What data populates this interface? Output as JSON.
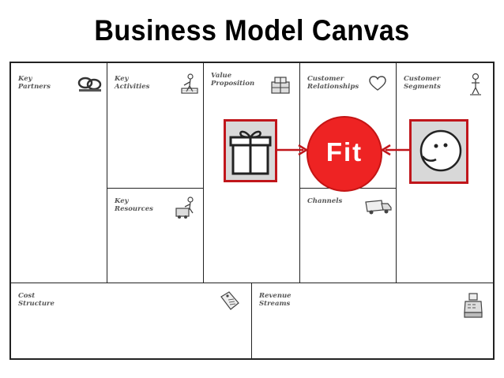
{
  "title": "Business Model Canvas",
  "blocks": {
    "key_partners": "Key\nPartners",
    "key_activities": "Key\nActivities",
    "value_proposition": "Value\nProposition",
    "customer_relationships": "Customer\nRelationships",
    "customer_segments": "Customer\nSegments",
    "key_resources": "Key\nResources",
    "channels": "Channels",
    "cost_structure": "Cost\nStructure",
    "revenue_streams": "Revenue\nStreams"
  },
  "fit": {
    "label": "Fit",
    "accent_color": "#ee2323",
    "border_color": "#c0161b"
  },
  "icons": {
    "key_partners": "chain-links-icon",
    "key_activities": "worker-icon",
    "value_proposition": "gift-icon",
    "customer_relationships": "heart-icon",
    "customer_segments": "person-icon",
    "key_resources": "factory-worker-icon",
    "channels": "delivery-truck-icon",
    "cost_structure": "price-tag-icon",
    "revenue_streams": "cash-register-icon",
    "fit_left": "gift-icon",
    "fit_right": "smiley-face-icon"
  }
}
